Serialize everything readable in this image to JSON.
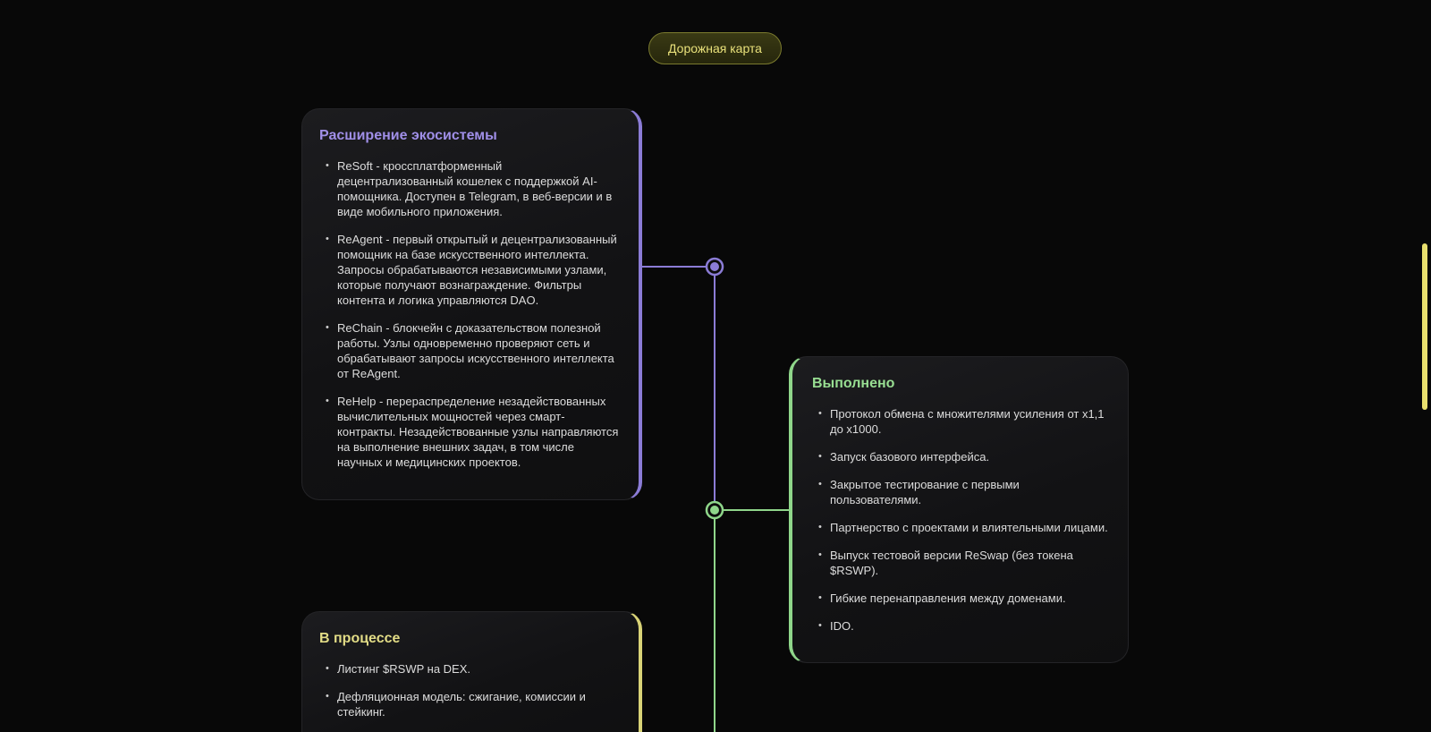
{
  "header": {
    "badge_label": "Дорожная карта"
  },
  "colors": {
    "purple": "#8b7cd6",
    "green": "#8fd68a",
    "yellow": "#d9d377",
    "background": "#080808"
  },
  "cards": [
    {
      "title": "Расширение экосистемы",
      "items": [
        "ReSoft - кроссплатформенный децентрализованный кошелек с поддержкой AI-помощника. Доступен в Telegram, в веб-версии и в виде мобильного приложения.",
        "ReAgent - первый открытый и децентрализованный помощник на базе искусственного интеллекта. Запросы обрабатываются независимыми узлами, которые получают вознаграждение. Фильтры контента и логика управляются DAO.",
        "ReChain - блокчейн с доказательством полезной работы. Узлы одновременно проверяют сеть и обрабатывают запросы искусственного интеллекта от ReAgent.",
        "ReHelp - перераспределение незадействованных вычислительных мощностей через смарт-контракты. Незадействованные узлы направляются на выполнение внешних задач, в том числе научных и медицинских проектов."
      ]
    },
    {
      "title": "Выполнено",
      "items": [
        "Протокол обмена с множителями усиления от x1,1 до x1000.",
        "Запуск базового интерфейса.",
        "Закрытое тестирование с первыми пользователями.",
        "Партнерство с проектами и влиятельными лицами.",
        "Выпуск тестовой версии ReSwap (без токена $RSWP).",
        "Гибкие перенаправления между доменами.",
        "IDO."
      ]
    },
    {
      "title": "В процессе",
      "items": [
        "Листинг $RSWP на DEX.",
        "Дефляционная модель: сжигание, комиссии и стейкинг."
      ]
    }
  ]
}
